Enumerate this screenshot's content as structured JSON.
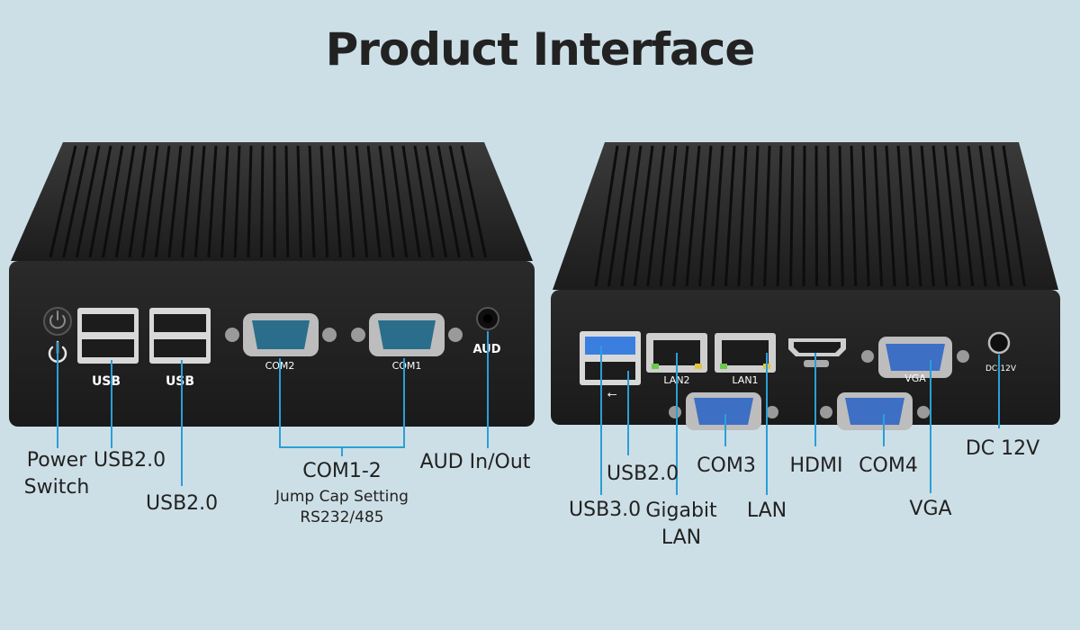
{
  "title": "Product Interface",
  "front_port_marks": {
    "usb_a": "USB",
    "usb_b": "USB",
    "com2": "COM2",
    "com1": "COM1",
    "aud": "AUD"
  },
  "rear_port_marks": {
    "lan2": "LAN2",
    "lan1": "LAN1",
    "vga": "VGA",
    "dc": "DC-12V"
  },
  "front_callouts": {
    "power_switch": [
      "Power",
      "Switch"
    ],
    "usb2_upper": "USB2.0",
    "usb2_lower": "USB2.0",
    "com12": "COM1-2",
    "com12_note1": "Jump Cap Setting",
    "com12_note2": "RS232/485",
    "aud": "AUD In/Out"
  },
  "rear_callouts": {
    "usb3": "USB3.0",
    "usb2": "USB2.0",
    "gigabit_lan": [
      "Gigabit",
      "LAN"
    ],
    "com3": "COM3",
    "lan": "LAN",
    "hdmi": "HDMI",
    "com4": "COM4",
    "vga": "VGA",
    "dc": "DC 12V"
  },
  "colors": {
    "background": "#cddfe6",
    "callout_line": "#2a9fd8",
    "chassis": "#262626",
    "com_port": "#2a6e8c",
    "vga_port": "#3d6fc4",
    "usb3_blue": "#3a7fe0"
  }
}
